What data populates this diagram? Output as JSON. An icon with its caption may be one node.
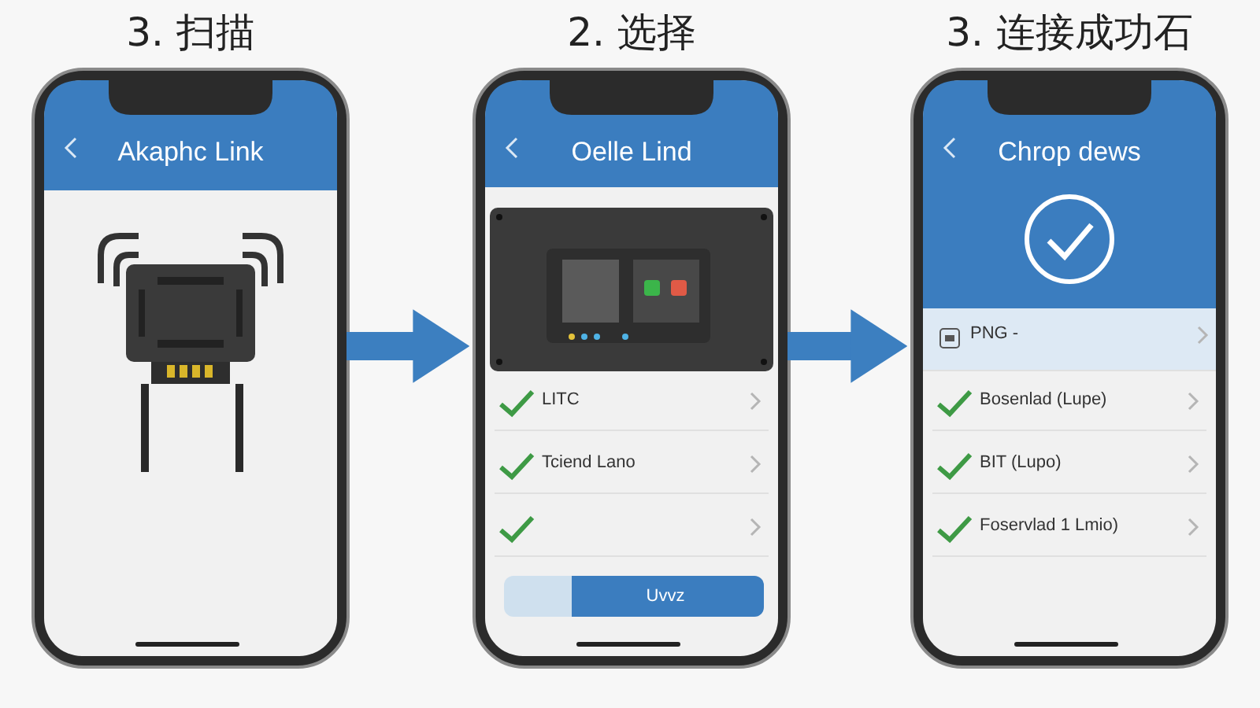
{
  "diagram": {
    "nodes": [
      {
        "text": [
          "3. 扫描",
          "Akaphc Link"
        ]
      },
      {
        "text": [
          "2. 选择",
          "Oelle Lind"
        ]
      },
      {
        "text": [
          "LITC"
        ],
        "in": 1
      },
      {
        "text": [
          "Tciend Lano"
        ],
        "in": 1
      },
      {
        "text": [],
        "shape": "box",
        "in": 1
      },
      {
        "text": [
          "Uvvz"
        ],
        "in": 1
      },
      {
        "text": [
          "3. 连接成功石",
          "Chrop dews"
        ]
      },
      {
        "text": [
          "PNG -"
        ],
        "in": 6
      },
      {
        "text": [
          "Bosenlad (Lupe)"
        ],
        "in": 6
      },
      {
        "text": [
          "BIT (Lupo)"
        ],
        "in": 6
      },
      {
        "text": [
          "Foservlad 1 Lmio)"
        ],
        "in": 6
      }
    ],
    "edges": [
      {
        "from": 0,
        "to": 1,
        "arrow": "to"
      },
      {
        "from": 1,
        "to": 6,
        "arrow": "to"
      }
    ]
  }
}
